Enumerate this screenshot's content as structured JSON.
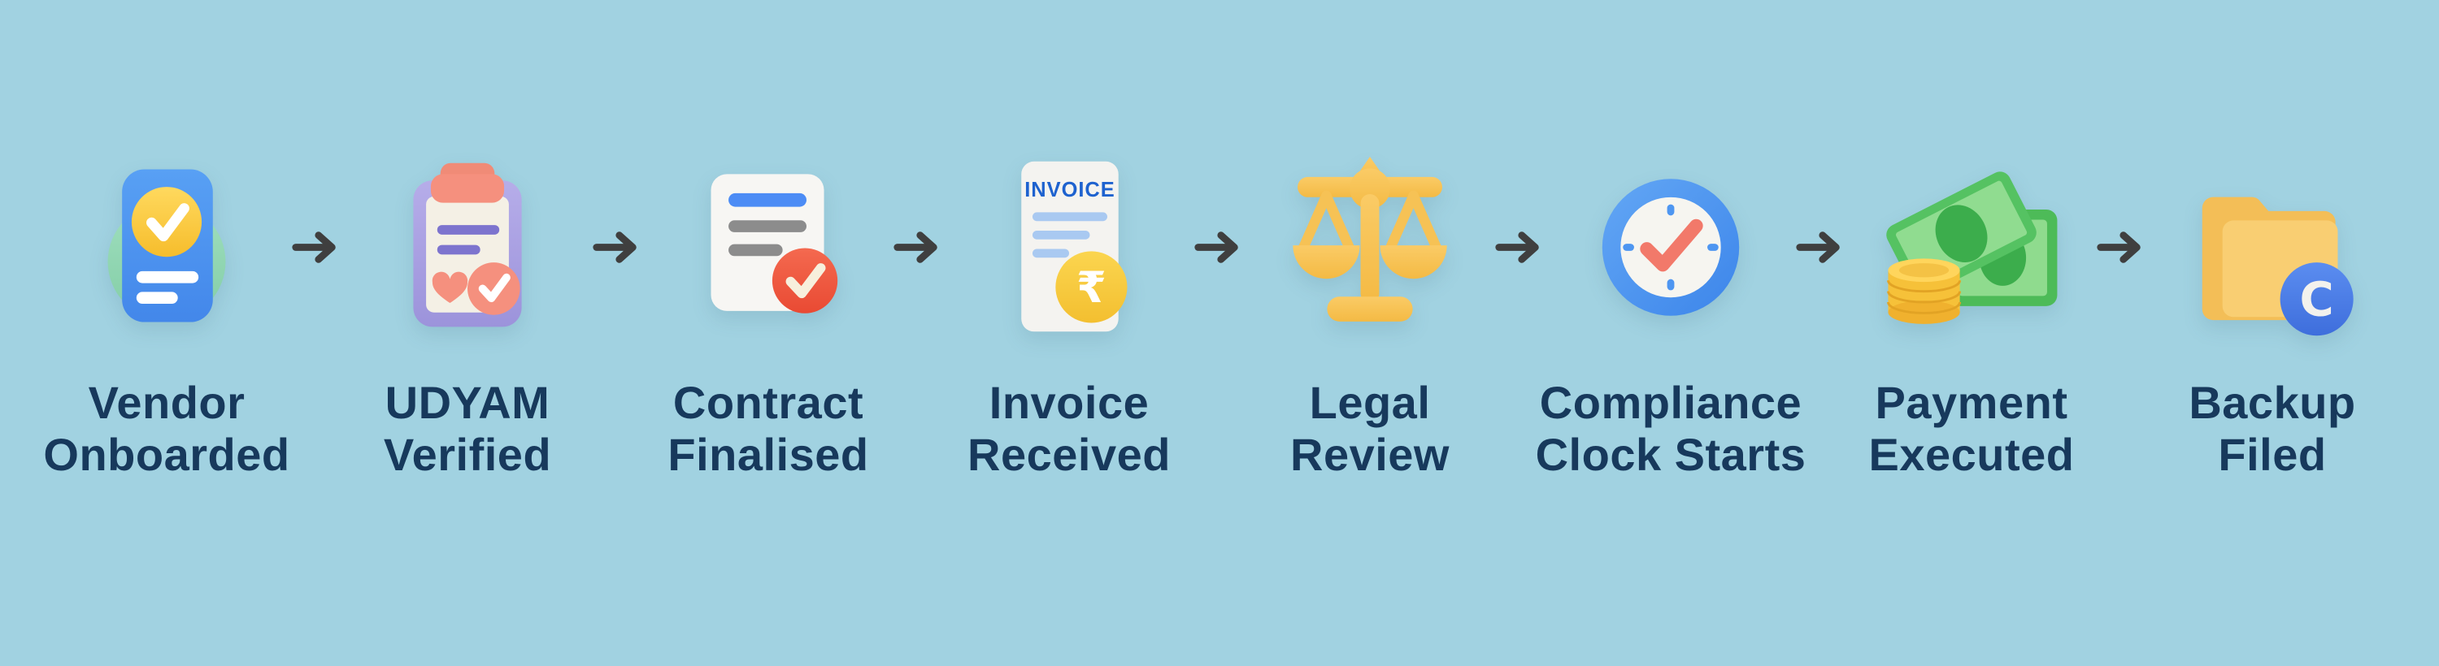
{
  "colors": {
    "background": "#A1D2E1",
    "label_text": "#17395C",
    "arrow": "#3F3F3F"
  },
  "icon_palette": {
    "card_blue": "#4B90EE",
    "mint_green": "#8FD5B2",
    "badge_yellow": "#F9C93F",
    "clipboard_lavender": "#A9A0E2",
    "paper_cream": "#F4F0E5",
    "line_purple": "#7D74CE",
    "coral": "#F5907E",
    "check_red": "#F1563F",
    "doc_white": "#F7F6F3",
    "line_gray": "#8C8C8C",
    "invoice_blue": "#1E62CF",
    "light_blue_line": "#A9C9F1",
    "scales_gold": "#F8C45A",
    "clock_blue": "#4E96F1",
    "clock_check_coral": "#F2796A",
    "bill_green": "#52C160",
    "bill_light_green": "#90DC90",
    "coin_gold": "#F6C139",
    "folder_yellow": "#F3BE57",
    "folder_front_yellow": "#F9CE72",
    "badge_blue": "#4C7FE6"
  },
  "steps": [
    {
      "id": "vendor-onboarded",
      "label_line1": "Vendor",
      "label_line2": "Onboarded",
      "icon": "id-card-check-icon"
    },
    {
      "id": "udyam-verified",
      "label_line1": "UDYAM",
      "label_line2": "Verified",
      "icon": "clipboard-check-icon"
    },
    {
      "id": "contract-finalised",
      "label_line1": "Contract",
      "label_line2": "Finalised",
      "icon": "document-check-icon"
    },
    {
      "id": "invoice-received",
      "label_line1": "Invoice",
      "label_line2": "Received",
      "icon": "invoice-rupee-icon"
    },
    {
      "id": "legal-review",
      "label_line1": "Legal",
      "label_line2": "Review",
      "icon": "scales-of-justice-icon"
    },
    {
      "id": "compliance-clock-starts",
      "label_line1": "Compliance",
      "label_line2": "Clock Starts",
      "icon": "clock-check-icon"
    },
    {
      "id": "payment-executed",
      "label_line1": "Payment",
      "label_line2": "Executed",
      "icon": "banknotes-coins-icon"
    },
    {
      "id": "backup-filed",
      "label_line1": "Backup",
      "label_line2": "Filed",
      "icon": "folder-copy-icon"
    }
  ],
  "invoice_icon_text": "INVOICE",
  "rupee_symbol": "₹",
  "backup_badge_letter": "C"
}
